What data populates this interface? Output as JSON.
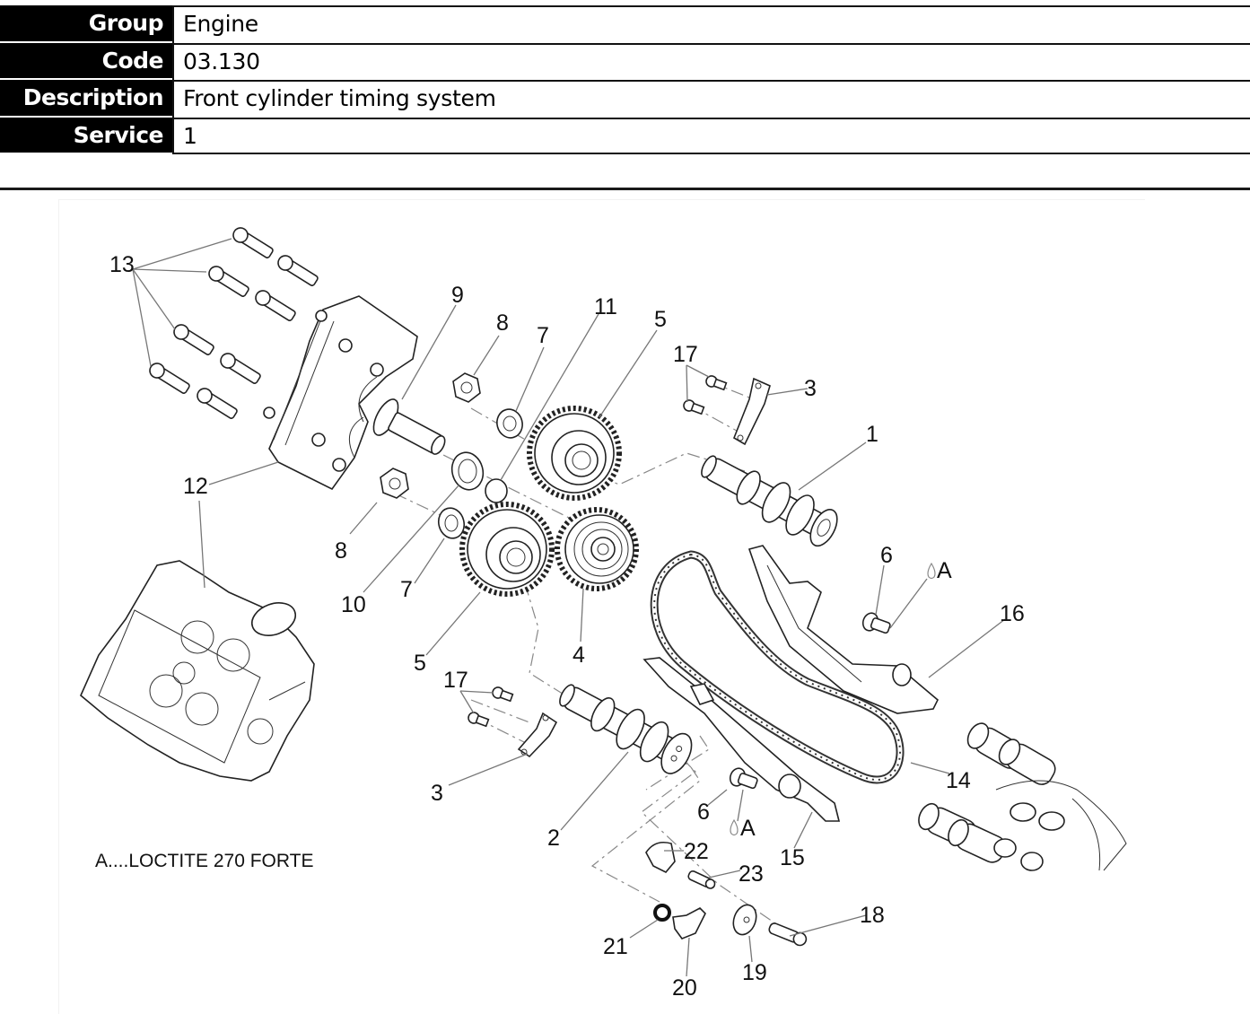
{
  "info": {
    "rows": [
      {
        "label": "Group",
        "value": "Engine"
      },
      {
        "label": "Code",
        "value": "03.130"
      },
      {
        "label": "Description",
        "value": "Front cylinder timing system"
      },
      {
        "label": "Service",
        "value": "1"
      }
    ]
  },
  "diagram": {
    "note": "A....LOCTITE 270 FORTE",
    "adhesive_marker": "A",
    "callouts": {
      "c1": "1",
      "c2": "2",
      "c3a": "3",
      "c3b": "3",
      "c4": "4",
      "c5a": "5",
      "c5b": "5",
      "c6a": "6",
      "c6b": "6",
      "c7a": "7",
      "c7b": "7",
      "c8a": "8",
      "c8b": "8",
      "c9": "9",
      "c10": "10",
      "c11": "11",
      "c12": "12",
      "c13": "13",
      "c14": "14",
      "c15": "15",
      "c16": "16",
      "c17a": "17",
      "c17b": "17",
      "c18": "18",
      "c19": "19",
      "c20": "20",
      "c21": "21",
      "c22": "22",
      "c23": "23"
    }
  }
}
